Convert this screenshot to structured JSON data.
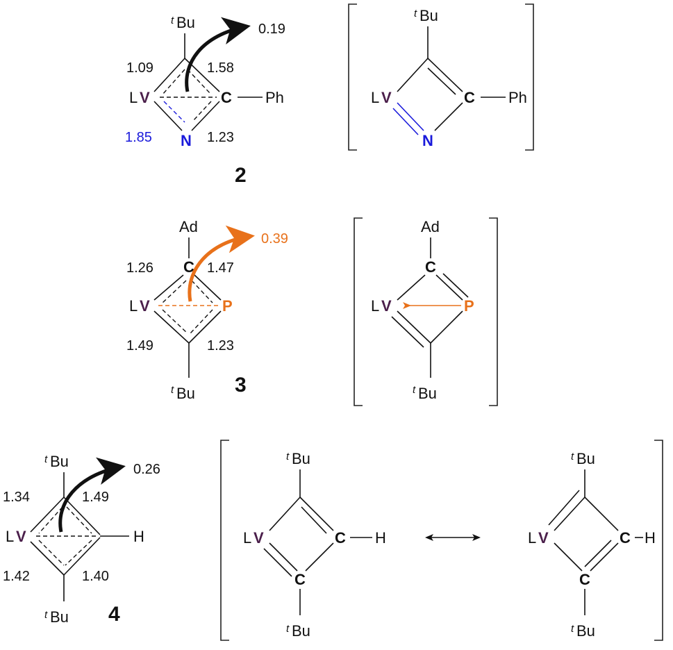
{
  "colors": {
    "vanadium": "#4b1f4b",
    "nitrogen": "#1a1adb",
    "phosphorus": "#e8711a",
    "black": "#111111"
  },
  "labels": {
    "LV": "LV",
    "L": "L",
    "V": "V",
    "C": "C",
    "N": "N",
    "P": "P",
    "H": "H",
    "Ph": "Ph",
    "Ad": "Ad",
    "t": "t",
    "Bu": "Bu"
  },
  "compound2": {
    "number": "2",
    "bond_lengths": {
      "v_c_top": "1.09",
      "c_top_c": "1.58",
      "v_n": "1.85",
      "c_n": "1.23"
    },
    "charge": "0.19"
  },
  "compound3": {
    "number": "3",
    "bond_lengths": {
      "v_c_top": "1.26",
      "c_top_p": "1.47",
      "v_c_bottom": "1.49",
      "c_bottom_p": "1.23"
    },
    "charge": "0.39"
  },
  "compound4": {
    "number": "4",
    "bond_lengths": {
      "v_c_top": "1.34",
      "c_top_c": "1.49",
      "v_c_bottom": "1.42",
      "c_bottom_c": "1.40"
    },
    "charge": "0.26",
    "resonance_arrow": "↔"
  }
}
